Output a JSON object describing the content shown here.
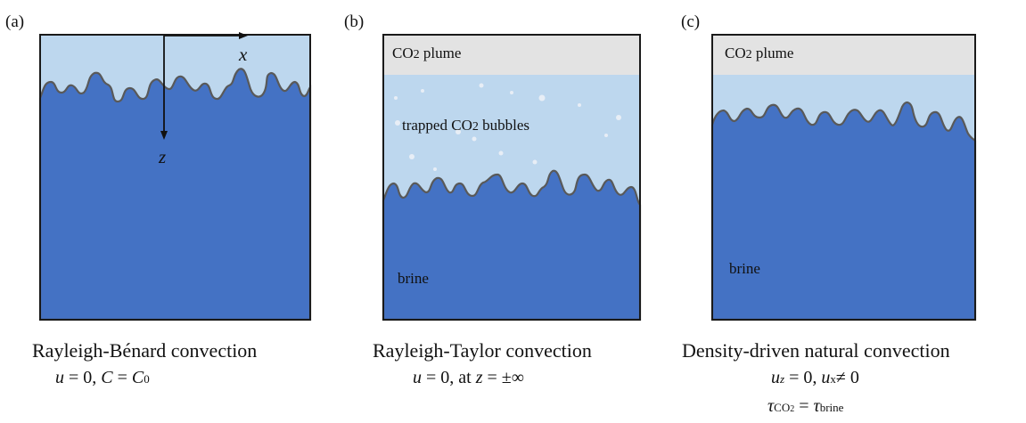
{
  "panels": [
    {
      "label": "(a)",
      "axis_x": "x",
      "axis_z": "z",
      "title": "Rayleigh-Bénard convection",
      "eq": {
        "u": "u",
        "eq1": " = 0, ",
        "c": "C",
        "eq2": " = ",
        "c0": "C",
        "c0sub": "0"
      }
    },
    {
      "label": "(b)",
      "plume_label": {
        "pre": "CO",
        "sub": "2",
        "post": " plume"
      },
      "bubbles_label": {
        "pre": "trapped CO",
        "sub": "2",
        "post": " bubbles"
      },
      "brine_label": "brine",
      "title": "Rayleigh-Taylor convection",
      "eq": {
        "u": "u",
        "eq1": " = 0, at ",
        "z": "z",
        "eq2": " = ±∞"
      }
    },
    {
      "label": "(c)",
      "plume_label": {
        "pre": "CO",
        "sub": "2",
        "post": " plume"
      },
      "brine_label": "brine",
      "title": "Density-driven natural convection",
      "eq1": {
        "u": "u",
        "zsub": "z",
        "mid": " = 0, ",
        "u2": "u",
        "xsub": "x",
        "end": "≠ 0"
      },
      "eq2": {
        "tau": "τ",
        "co2": "CO",
        "co2sub": "2",
        "eq": " = ",
        "tau2": "τ",
        "brine": "brine"
      }
    }
  ],
  "colors": {
    "brine": "#4472c4",
    "light_fluid": "#bdd7ee",
    "plume": "#e3e3e3",
    "interface": "#595959",
    "frame": "#1a1a1a",
    "bubbles": "#e8eef6"
  }
}
